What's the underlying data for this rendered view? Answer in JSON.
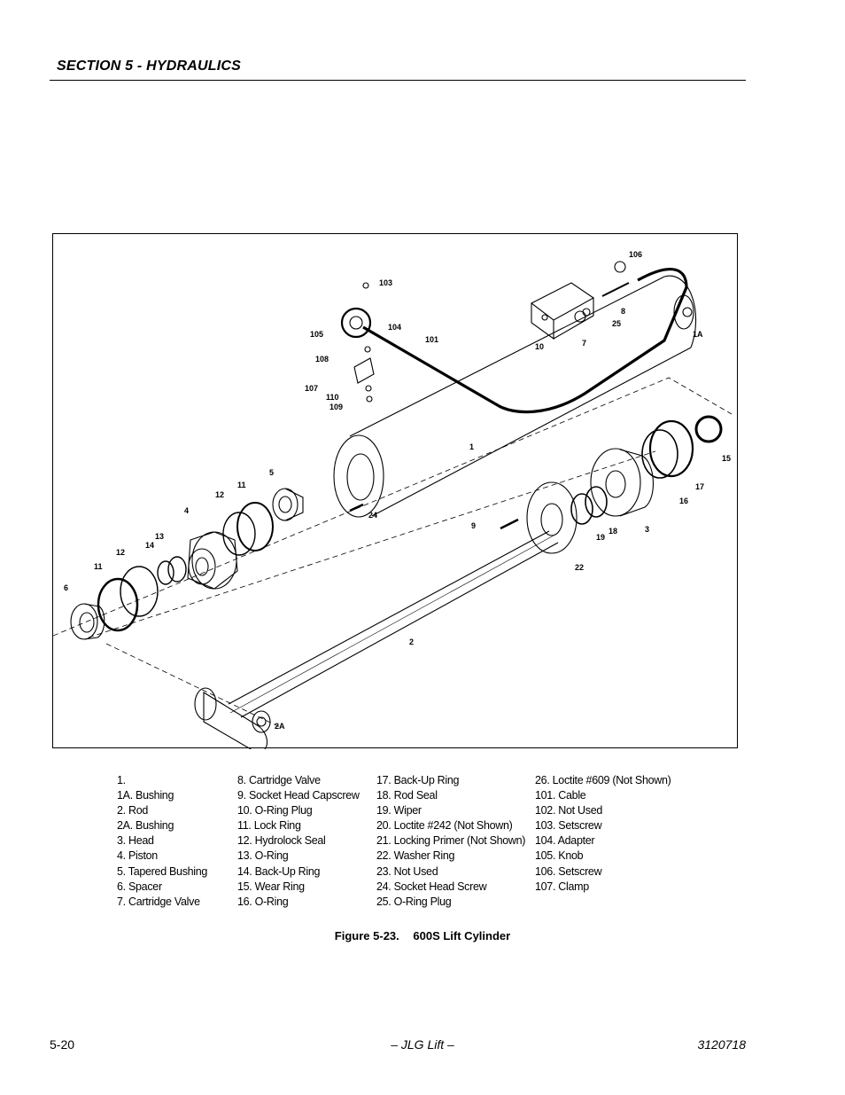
{
  "header": {
    "section_title": "SECTION 5 - HYDRAULICS"
  },
  "figure": {
    "callouts": [
      "106",
      "103",
      "8",
      "104",
      "105",
      "101",
      "25",
      "1A",
      "10",
      "7",
      "108",
      "107",
      "110",
      "109",
      "1",
      "15",
      "5",
      "17",
      "16",
      "11",
      "12",
      "4",
      "24",
      "9",
      "3",
      "18",
      "19",
      "13",
      "14",
      "12",
      "22",
      "11",
      "6",
      "2",
      "2A"
    ],
    "legend": [
      [
        "1.",
        "1A. Bushing",
        "2.   Rod",
        "2A. Bushing",
        "3.   Head",
        "4.   Piston",
        "5.   Tapered Bushing",
        "6.   Spacer",
        "7.   Cartridge Valve"
      ],
      [
        "8.   Cartridge Valve",
        "9.   Socket Head Capscrew",
        "10. O-Ring Plug",
        "11.  Lock Ring",
        "12. Hydrolock Seal",
        "13. O-Ring",
        "14. Back-Up Ring",
        "15. Wear Ring",
        "16. O-Ring"
      ],
      [
        "17. Back-Up Ring",
        "18. Rod Seal",
        "19. Wiper",
        "20. Loctite #242 (Not Shown)",
        "21. Locking Primer (Not Shown)",
        "22. Washer Ring",
        "23. Not Used",
        "24. Socket Head Screw",
        "25. O-Ring Plug"
      ],
      [
        "26.   Loctite #609 (Not Shown)",
        "101. Cable",
        "102. Not Used",
        "103. Setscrew",
        "104. Adapter",
        "105. Knob",
        "106. Setscrew",
        "107. Clamp"
      ]
    ],
    "caption_number": "Figure 5-23.",
    "caption_title": "600S Lift Cylinder"
  },
  "footer": {
    "page_number": "5-20",
    "publisher": "– JLG Lift –",
    "doc_number": "3120718"
  }
}
